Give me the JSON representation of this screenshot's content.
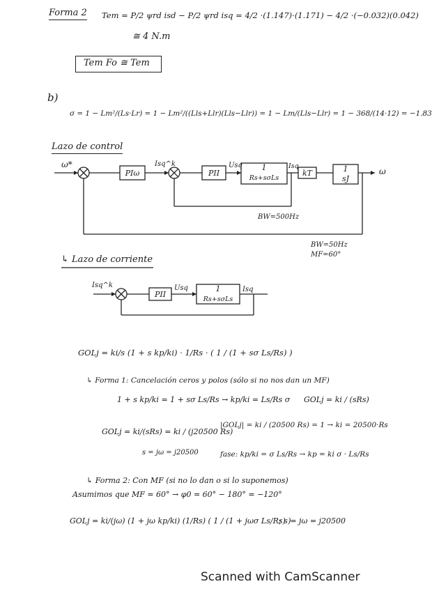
{
  "header": {
    "label": "Forma 2",
    "line1": "Tem = P/2 ψrd isd − P/2 ψrd isq = 4/2 ·(1.147)·(1.171) − 4/2 ·(−0.032)(0.042)",
    "line2": "≅ 4 N.m"
  },
  "boxed_result": "Tem Fo ≅ Tem",
  "section_b": {
    "label": "b)",
    "formula": "σ = 1 − Lm²/(Ls·Lr) = 1 − Lm²/((Lls+Llr)(Lls−Llr)) = 1 − Lm/(Lls−Llr) = 1 − 368/(14·12) = −1.83"
  },
  "current_loop_title": "Lazo de control",
  "diagram": {
    "input": "ω*",
    "block_pi_w": "PIω",
    "sig_isq": "Isq^k",
    "block_pi_i": "PII",
    "sig_usq": "Usq",
    "plant_num": "1",
    "plant_den": "Rs+sσLs",
    "sig_isq_out": "Isq",
    "block_kt": "kT",
    "mech_num": "1",
    "mech_den": "sJ",
    "output": "ω",
    "bw_inner": "BW=500Hz",
    "bw_outer": "BW=50Hz",
    "mf": "MF=60°"
  },
  "lazo_title": "↳ Lazo de corriente",
  "inner": {
    "input": "Isq^k",
    "block": "PII",
    "sig": "Usq",
    "num": "1",
    "den": "Rs+sσLs",
    "output": "Isq"
  },
  "gol_line": "GOLj = ki/s (1 + s kp/ki) · 1/Rs · ( 1 / (1 + sσ Ls/Rs) )",
  "forma1": {
    "title": "↳ Forma 1: Cancelación ceros y polos (sólo si no nos dan un MF)",
    "eq1": "1 + s kp/ki = 1 + sσ Ls/Rs  →  kp/ki = Ls/Rs σ",
    "eq1_res": "GOLj = ki / (sRs)",
    "eq2": "GOLj = ki/(sRs) = ki / (j20500 Rs)",
    "eq2_sub": "s = jω = j20500",
    "mod": "|GOLj| = ki / (20500 Rs) = 1 → ki = 20500·Rs",
    "fase": "fase: kp/ki = σ Ls/Rs → kp = ki σ · Ls/Rs"
  },
  "forma2": {
    "title": "↳ Forma 2: Con MF (si no lo dan o si lo suponemos)",
    "assume": "Asumimos que MF = 60° → φ0 = 60° − 180° = −120°",
    "gol": "GOLj = ki/(jω) (1 + jω kp/ki) (1/Rs) ( 1 / (1 + jωσ Ls/Rs) )",
    "sub": "; s = jω = j20500"
  },
  "footer": "Scanned with CamScanner"
}
